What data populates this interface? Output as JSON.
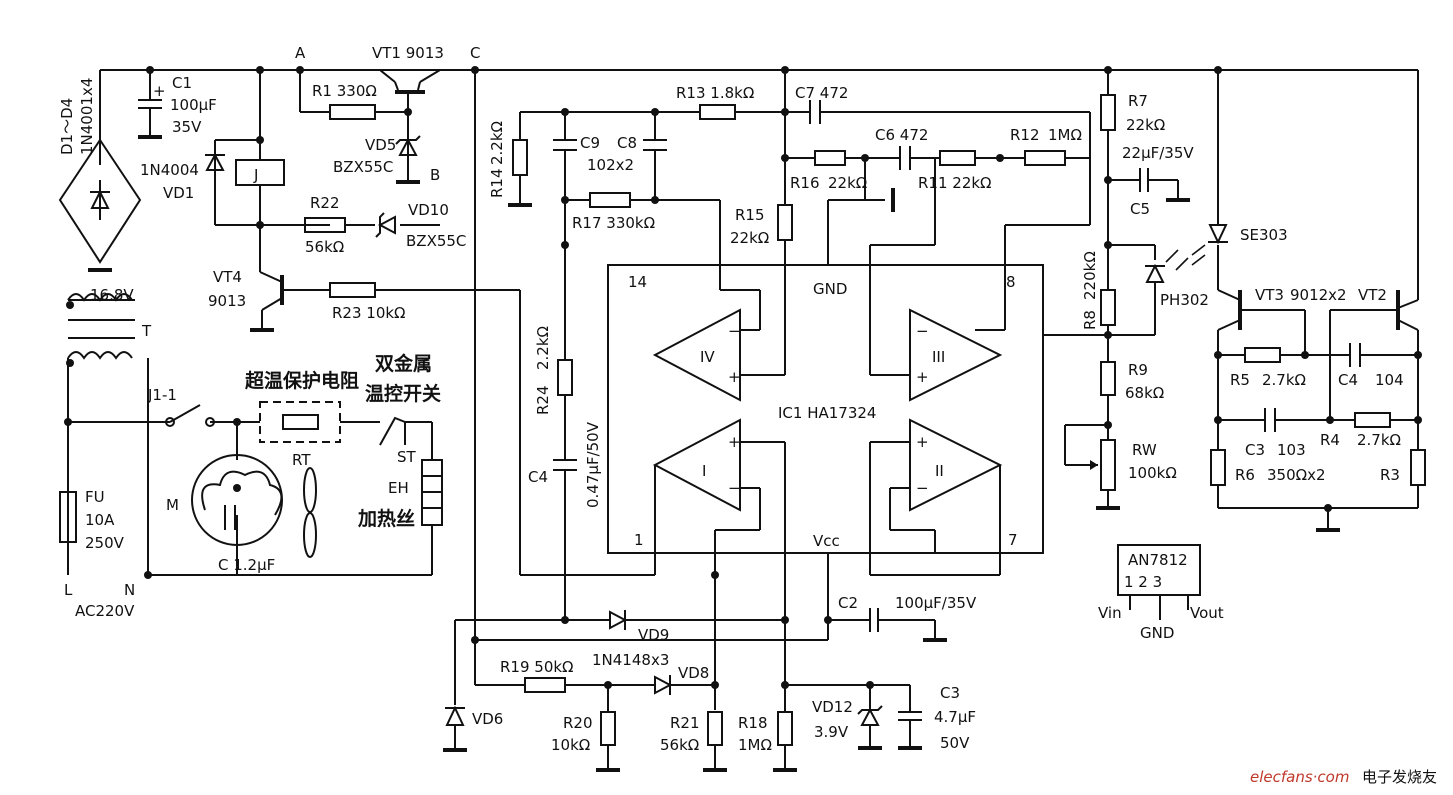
{
  "nodes": {
    "A": "A",
    "B": "B",
    "C": "C"
  },
  "power": {
    "bridge_ref": "D1～D4",
    "bridge_part": "1N4001x4",
    "c1_ref": "C1",
    "c1_val1": "100μF",
    "c1_val2": "35V",
    "plus": "+",
    "transformer_voltage": "16.8V",
    "transformer_ref": "T",
    "fuse_ref": "FU",
    "fuse_val1": "10A",
    "fuse_val2": "250V",
    "line_l": "L",
    "line_n": "N",
    "mains": "AC220V"
  },
  "relay": {
    "coil": "J",
    "diode_part": "1N4004",
    "diode_ref": "VD1",
    "contact": "J1-1"
  },
  "regulator": {
    "vt1": "VT1  9013",
    "r1": "R1  330Ω",
    "vd5_ref": "VD5",
    "vd5_part": "BZX55C"
  },
  "driver": {
    "r22_ref": "R22",
    "r22_val": "56kΩ",
    "vd10_ref": "VD10",
    "vd10_part": "BZX55C",
    "vt4_ref": "VT4",
    "vt4_part": "9013",
    "r23": "R23  10kΩ"
  },
  "heater": {
    "rt_title": "超温保护电阻",
    "rt_ref": "RT",
    "st_title1": "双金属",
    "st_title2": "温控开关",
    "st_ref": "ST",
    "eh_ref": "EH",
    "eh_name": "加热丝",
    "motor_ref": "M",
    "cap": "C  1.2μF"
  },
  "opamp_net": {
    "r14_ref": "R14",
    "r14_val": "2.2kΩ",
    "c9": "C9",
    "c8": "C8",
    "c98_val": "102x2",
    "r13": "R13  1.8kΩ",
    "c7": "C7  472",
    "c6": "C6  472",
    "r12": "R12",
    "r12_val": "1MΩ",
    "r16_ref": "R16",
    "r16_val": "22kΩ",
    "r11": "R11  22kΩ",
    "r17": "R17  330kΩ",
    "r15_ref": "R15",
    "r15_val": "22kΩ",
    "r24_ref": "R24",
    "r24_val": "2.2kΩ",
    "c4a_ref": "C4",
    "c4a_val": "0.47μF/50V"
  },
  "ic": {
    "pin14": "14",
    "pin8": "8",
    "pin1": "1",
    "pin7": "7",
    "gnd": "GND",
    "vcc": "Vcc",
    "name": "IC1  HA17324",
    "amp1": "I",
    "amp2": "II",
    "amp3": "III",
    "amp4": "IV",
    "plus": "+",
    "minus": "−"
  },
  "supply": {
    "c2_ref": "C2",
    "c2_val": "100μF/35V",
    "vd9": "VD9",
    "r19": "R19  50kΩ",
    "diode_parts": "1N4148x3",
    "vd8": "VD8",
    "vd6": "VD6",
    "r20_ref": "R20",
    "r20_val": "10kΩ",
    "r21_ref": "R21",
    "r21_val": "56kΩ",
    "r18_ref": "R18",
    "r18_val": "1MΩ",
    "vd12_ref": "VD12",
    "vd12_val": "3.9V",
    "c3_ref": "C3",
    "c3_val1": "4.7μF",
    "c3_val2": "50V"
  },
  "sensor": {
    "r7_ref": "R7",
    "r7_val": "22kΩ",
    "c5_val": "22μF/35V",
    "c5_ref": "C5",
    "r8_ref": "R8",
    "r8_val": "220kΩ",
    "ph": "PH302",
    "r9_ref": "R9",
    "r9_val": "68kΩ",
    "rw_ref": "RW",
    "rw_val": "100kΩ",
    "se": "SE303"
  },
  "oscillator": {
    "vt3": "VT3",
    "part": "9012x2",
    "vt2": "VT2",
    "r5": "R5",
    "r5_val": "2.7kΩ",
    "c4": "C4",
    "c4_val": "104",
    "c3": "C3",
    "c3_val": "103",
    "r4": "R4",
    "r4_val": "2.7kΩ",
    "r6": "R6",
    "r6_val": "350Ωx2",
    "r3": "R3"
  },
  "an7812": {
    "name": "AN7812",
    "pins": "1  2  3",
    "vin": "Vin",
    "gnd": "GND",
    "vout": "Vout"
  },
  "watermark": {
    "site": "elecfans·com",
    "cn": "电子发烧友"
  }
}
